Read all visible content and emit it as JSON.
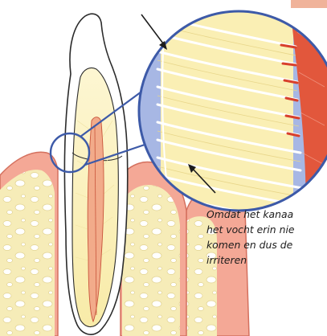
{
  "caption": {
    "lines": [
      "Omdat het kanaa",
      "het vocht erin nie",
      "komen en dus de",
      "irriteren"
    ]
  },
  "colors": {
    "gum": "#f4a896",
    "gum_edge": "#d4705e",
    "bone": "#f6ecb8",
    "dentin": "#faefb4",
    "enamel": "#ffffff",
    "pulp": "#f2ab8a",
    "zoom_background": "#a7b7e4",
    "tubule_line": "#ffffff",
    "pulp_side": "#e2573c",
    "corner_tab": "#f0b39a"
  },
  "icons": [
    "tooth-cross-section-illustration",
    "magnifier-circle",
    "pointer-arrow"
  ]
}
